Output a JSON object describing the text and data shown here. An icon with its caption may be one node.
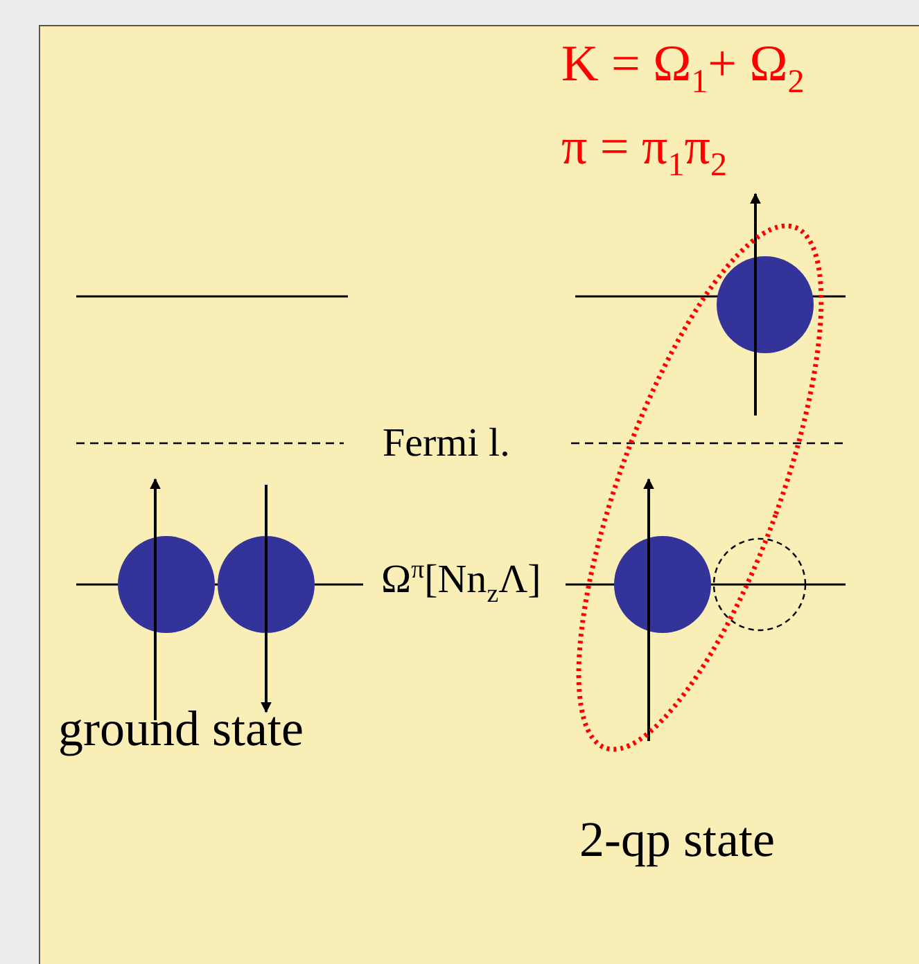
{
  "diagram": {
    "labels": [
      "K = Ω$_{1}$+ Ω$_{2}$",
      "π = π$_{1}$π$_{2}$",
      "Fermi l.",
      "Ω$^{π}$[Nn$_{z}$Λ]",
      "ground state",
      "2-qp state"
    ]
  }
}
